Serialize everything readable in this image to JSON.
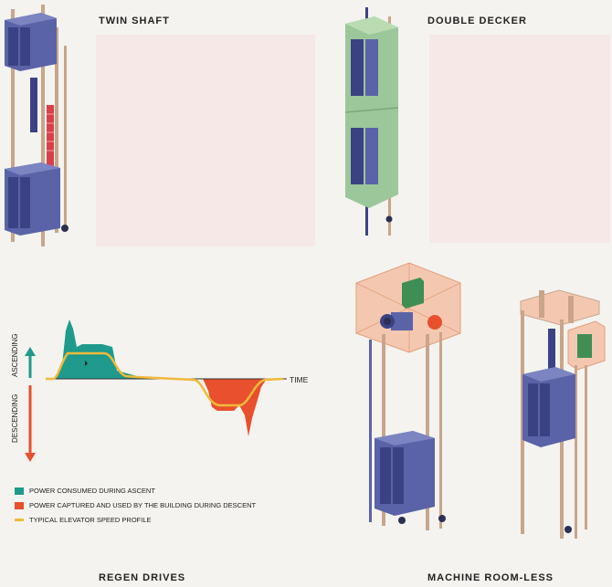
{
  "sections": {
    "twin_shaft": "TWIN SHAFT",
    "double_decker": "DOUBLE DECKER",
    "regen_drives": "REGEN DRIVES",
    "machine_room_less": "MACHINE ROOM-LESS"
  },
  "regen_chart": {
    "ascending_label": "ASCENDING",
    "descending_label": "DESCENDING",
    "time_label": "TIME"
  },
  "legend": [
    {
      "label": "POWER CONSUMED DURING ASCENT",
      "color": "#1f9a8c"
    },
    {
      "label": "POWER CAPTURED AND USED BY THE BUILDING DURING DESCENT",
      "color": "#e8502e"
    },
    {
      "label": "TYPICAL ELEVATOR SPEED PROFILE",
      "color": "#f0b93a"
    }
  ],
  "colors": {
    "car": "#5a63a8",
    "car_dark": "#3b4284",
    "rail": "#c9a58a",
    "double_decker_frame": "#9cc79a",
    "machine_room": "#f4c8b0",
    "motor_green": "#3f8e55",
    "counterweight_red": "#d8404a"
  }
}
